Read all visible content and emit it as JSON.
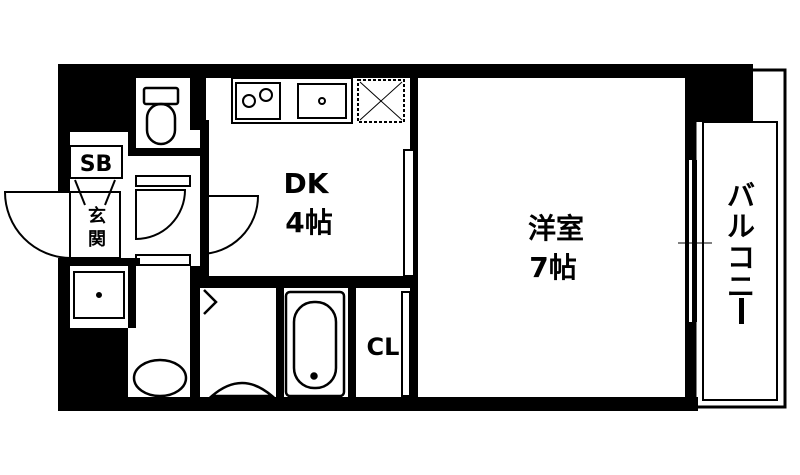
{
  "rooms": {
    "dk": {
      "name": "DK",
      "size": "4帖"
    },
    "western": {
      "name": "洋室",
      "size": "7帖"
    },
    "closet": {
      "name": "CL"
    },
    "shoe_box": {
      "name": "SB"
    },
    "entrance": {
      "line1": "玄",
      "line2": "関"
    },
    "balcony": {
      "chars": [
        "バ",
        "ル",
        "コ",
        "ニ",
        "ー"
      ]
    }
  },
  "colors": {
    "wall": "#000000",
    "background": "#ffffff",
    "fixture_stroke": "#000000"
  }
}
